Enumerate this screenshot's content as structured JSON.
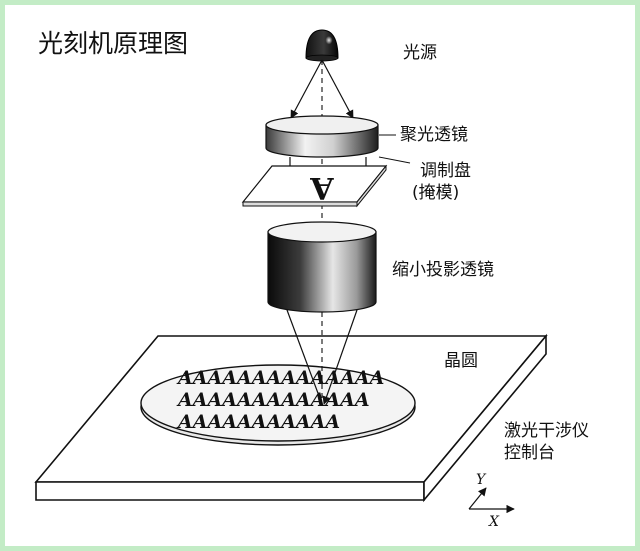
{
  "title": "光刻机原理图",
  "labels": {
    "light_source": "光源",
    "condenser_lens": "聚光透镜",
    "reticle_line1": "调制盘",
    "reticle_line2": "(掩模)",
    "projection_lens": "缩小投影透镜",
    "wafer": "晶圆",
    "stage_line1": "激光干涉仪",
    "stage_line2": "控制台"
  },
  "reticle_pattern": "A",
  "wafer_rows": [
    "AAAAAAAAAAAAAA",
    "AAAAAAAAAAAAA",
    "AAAAAAAAAAA"
  ],
  "axes": {
    "x": "X",
    "y": "Y"
  },
  "colors": {
    "frame_border": "#c3ecc6",
    "ink": "#111111"
  }
}
